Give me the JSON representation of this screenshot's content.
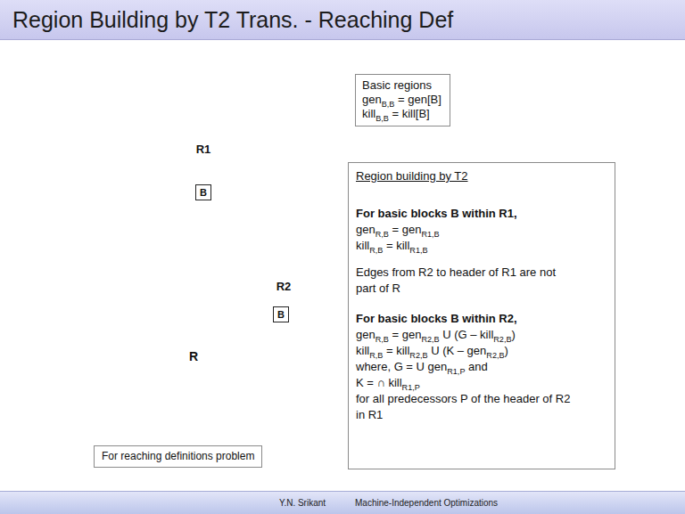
{
  "diagram": {
    "title": "Region Building by T2 Trans. - Reaching Def",
    "nodes": [
      {
        "text": [
          "R"
        ]
      },
      {
        "text": [
          "R1"
        ],
        "in": 0
      },
      {
        "text": [
          "B"
        ],
        "in": 1
      },
      {
        "text": [
          "R2"
        ],
        "in": 0
      },
      {
        "text": [
          "B"
        ],
        "in": 3
      },
      {
        "text": [
          "Basic regions",
          "genB,B = gen[B]",
          "killB,B = kill[B]"
        ]
      },
      {
        "text": [
          "Region building by T2",
          "For basic blocks B within R1,",
          "genR,B = genR1,B",
          "killR,B = killR1,B",
          "Edges from R2 to header of R1 are not part of R",
          "For basic blocks B within R2,",
          "genR,B = genR2,B U (G – killR2,B)",
          "killR,B = killR2,B U (K – genR2,B)",
          "where, G = U genR1,P and",
          "K = ∩ killR1,P",
          "for all predecessors P of the header of R2 in R1"
        ]
      },
      {
        "text": [
          "For reaching definitions problem"
        ]
      }
    ],
    "edges": [
      {
        "from": 1,
        "to": 3,
        "arrow": "to"
      }
    ],
    "labels": [
      "Y.N. Srikant",
      "Machine-Independent Optimizations"
    ]
  }
}
